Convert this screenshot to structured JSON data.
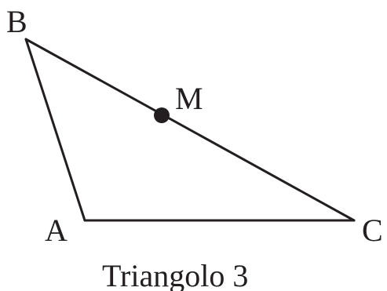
{
  "figure": {
    "caption": "Triangolo 3",
    "vertices": {
      "A": "A",
      "B": "B",
      "C": "C"
    },
    "midpoint": "M",
    "colors": {
      "stroke": "#231f20",
      "background": "#ffffff"
    }
  }
}
